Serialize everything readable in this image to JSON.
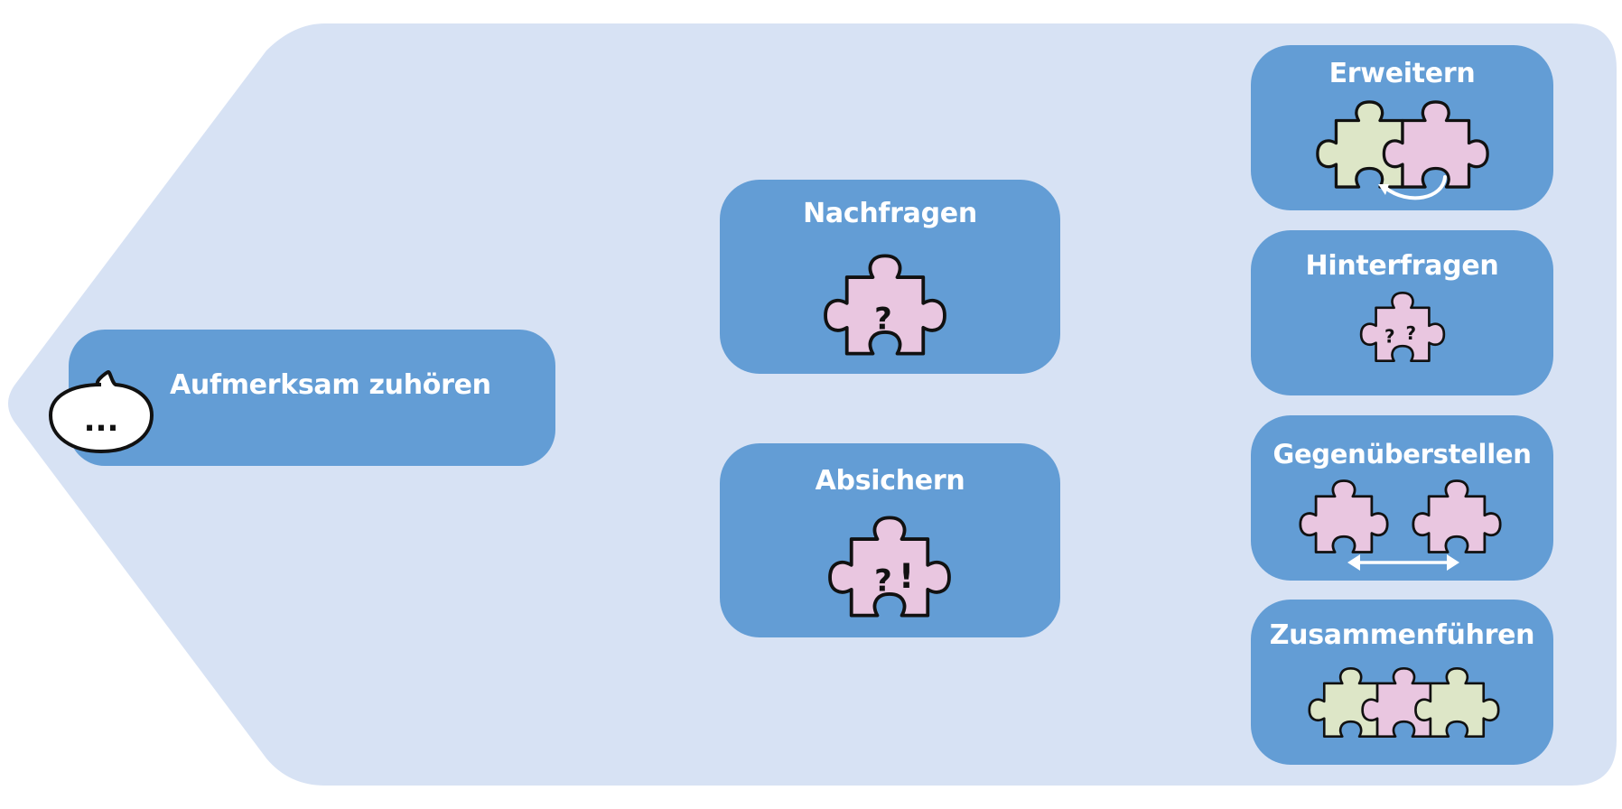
{
  "steps": {
    "listen": "Aufmerksam zuhören",
    "speech_marks": "...",
    "ask": "Nachfragen",
    "secure": "Absichern",
    "extend": "Erweitern",
    "question": "Hinterfragen",
    "contrast": "Gegenüberstellen",
    "merge": "Zusammenführen"
  },
  "marks": {
    "question": "?",
    "exclaim": "!"
  },
  "icons": {
    "bubble": "speech-bubble-icon",
    "puzzle": "puzzle-piece-icon",
    "arrow_curved": "curved-arrow-icon",
    "arrow_double": "double-arrow-icon"
  },
  "colors": {
    "background_shape": "#d7e2f4",
    "node": "#639dd5",
    "piece_pink": "#e9c6e0",
    "piece_green": "#dde6c7",
    "outline": "#111111",
    "text": "#ffffff"
  }
}
